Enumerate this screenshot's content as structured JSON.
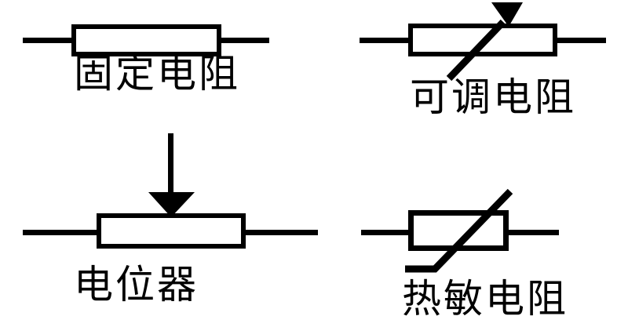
{
  "canvas": {
    "background": "#ffffff",
    "ink": "#000000"
  },
  "figure": {
    "description": "Four resistor schematic symbols with Chinese labels",
    "symbols": [
      {
        "name": "fixed-resistor",
        "label": "固定电阻"
      },
      {
        "name": "adjustable-resistor",
        "label": "可调电阻"
      },
      {
        "name": "potentiometer",
        "label": "电位器"
      },
      {
        "name": "thermistor",
        "label": "热敏电阻"
      }
    ]
  }
}
